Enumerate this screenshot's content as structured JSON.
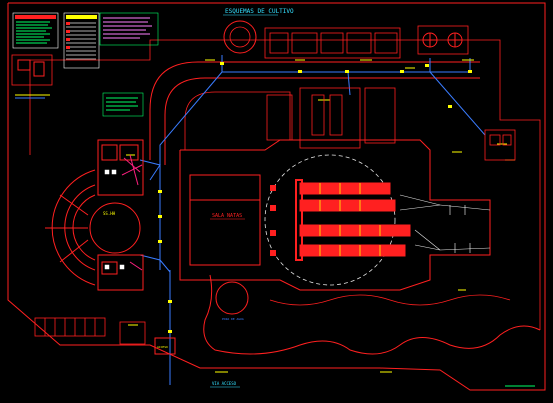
{
  "drawing": {
    "top_title": "ESQUEMAS DE CULTIVO",
    "bottom_label": "VIA ACCESO",
    "center_label": "SALA NATAS",
    "pond_label": "POZA DE AGUA",
    "left_building_label": "SS.HH",
    "gate_label": "ACCESO"
  },
  "colors": {
    "background": "#000000",
    "outline": "#ff2020",
    "piping": "#3a7cff",
    "annotation": "#ffff00",
    "legend_text": "#00ff66",
    "dimension": "#e6e6e6",
    "accent_magenta": "#ff2080",
    "accent_cyan": "#33e0ff"
  }
}
